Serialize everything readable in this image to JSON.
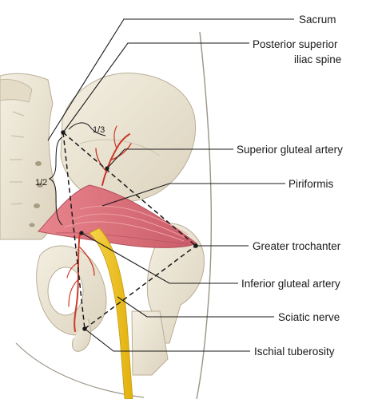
{
  "labels": {
    "sacrum": "Sacrum",
    "psis_line1": "Posterior superior",
    "psis_line2": "iliac spine",
    "superior_gluteal_artery": "Superior gluteal artery",
    "piriformis": "Piriformis",
    "greater_trochanter": "Greater trochanter",
    "inferior_gluteal_artery": "Inferior gluteal artery",
    "sciatic_nerve": "Sciatic nerve",
    "ischial_tuberosity": "Ischial tuberosity"
  },
  "fractions": {
    "one_third": "1/3",
    "one_half": "1/2"
  },
  "colors": {
    "bone": "#ede6d3",
    "bone_shadow": "#c8bfa8",
    "muscle": "#e07a82",
    "muscle_dark": "#c65a66",
    "artery": "#c93a2a",
    "nerve": "#f2c418",
    "line": "#1a1a1a"
  }
}
